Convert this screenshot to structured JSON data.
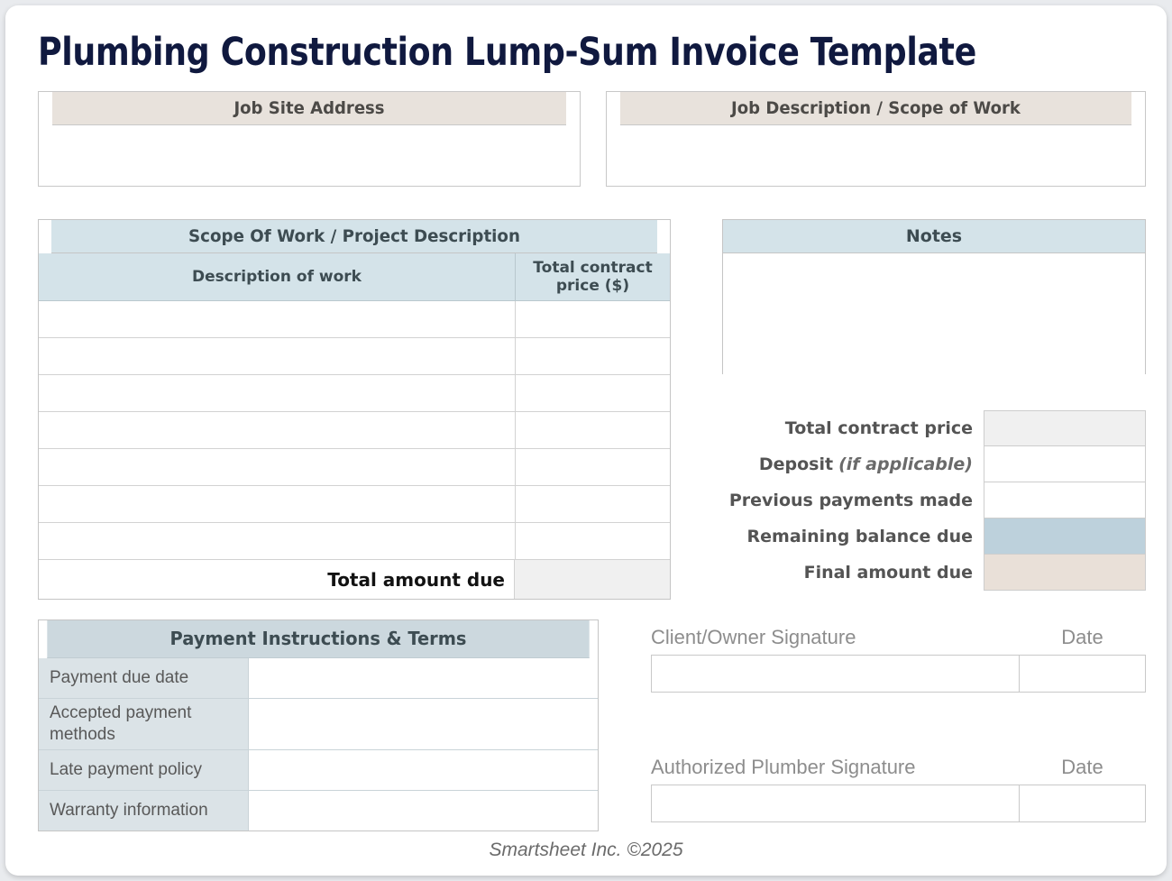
{
  "document": {
    "title": "Plumbing Construction Lump-Sum Invoice Template",
    "footer": "Smartsheet Inc. ©2025"
  },
  "colors": {
    "title": "#10193f",
    "beige_header": "#e8e2dc",
    "blue_header": "#d4e3e9",
    "payment_header": "#ccd8de",
    "payment_label_bg": "#dbe3e7",
    "highlight_blue": "#bdd1dc",
    "highlight_beige": "#e9e0d8",
    "grey_cell": "#f0f0f0",
    "page_background": "#e9ebee"
  },
  "top_sections": [
    {
      "header": "Job Site Address",
      "value": ""
    },
    {
      "header": "Job Description / Scope of Work",
      "value": ""
    }
  ],
  "scope_table": {
    "band_title": "Scope Of Work / Project Description",
    "columns": [
      "Description of work",
      "Total contract price ($)"
    ],
    "rows": [
      {
        "description": "",
        "price": ""
      },
      {
        "description": "",
        "price": ""
      },
      {
        "description": "",
        "price": ""
      },
      {
        "description": "",
        "price": ""
      },
      {
        "description": "",
        "price": ""
      },
      {
        "description": "",
        "price": ""
      },
      {
        "description": "",
        "price": ""
      }
    ],
    "total_label": "Total amount due",
    "total_value": ""
  },
  "notes": {
    "header": "Notes",
    "value": ""
  },
  "totals": {
    "rows": [
      {
        "label": "Total contract price",
        "note": "",
        "value": "",
        "fill": "grey"
      },
      {
        "label": "Deposit",
        "note": "(if applicable)",
        "value": "",
        "fill": "white"
      },
      {
        "label": "Previous payments made",
        "note": "",
        "value": "",
        "fill": "white"
      },
      {
        "label": "Remaining balance due",
        "note": "",
        "value": "",
        "fill": "blue"
      },
      {
        "label": "Final amount due",
        "note": "",
        "value": "",
        "fill": "beige"
      }
    ]
  },
  "payment": {
    "header": "Payment Instructions & Terms",
    "rows": [
      {
        "label": "Payment due date",
        "value": ""
      },
      {
        "label": "Accepted payment methods",
        "value": ""
      },
      {
        "label": "Late payment policy",
        "value": ""
      },
      {
        "label": "Warranty information",
        "value": ""
      }
    ]
  },
  "signatures": [
    {
      "name_label": "Client/Owner Signature",
      "date_label": "Date",
      "name_value": "",
      "date_value": ""
    },
    {
      "name_label": "Authorized Plumber Signature",
      "date_label": "Date",
      "name_value": "",
      "date_value": ""
    }
  ]
}
